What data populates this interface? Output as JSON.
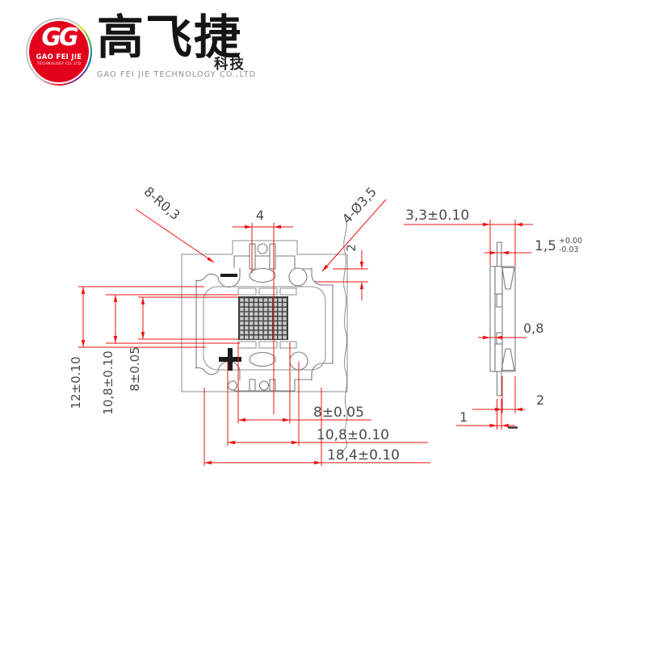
{
  "logo": {
    "emblem_monogram": "GG",
    "emblem_line1": "GAO FEI JIE",
    "emblem_line2": "TECHNOLOGY CO.,LTD",
    "brand_chinese": "高飞捷",
    "brand_suffix": "科技",
    "brand_english": "GAO FEI JIE TECHNOLOGY CO.,LTD",
    "emblem_color": "#e3001b"
  },
  "drawing": {
    "colors": {
      "dimension_red": "#f01010",
      "outline_gray": "#8e8e8e",
      "text_gray": "#4a4a4a"
    },
    "front_view": {
      "pin_spacing": "4",
      "corner_radius": "8-R0,3",
      "mounting_holes": "4-Ø3,5",
      "hole_edge_offset": "2",
      "left_dims": {
        "outer": "12±0.10",
        "middle": "10,8±0.10",
        "inner": "8±0.05"
      },
      "bottom_dims": {
        "inner": "8±0.05",
        "middle": "10,8±0.10",
        "outer": "18,4±0.10"
      },
      "polarity": {
        "negative": "−",
        "positive": "+"
      },
      "led_array": {
        "columns": 10,
        "rows": 9
      }
    },
    "side_view": {
      "overall_width": "3,3±0.10",
      "lead_thickness": "1,5",
      "lead_tolerance_upper": "+0.00",
      "lead_tolerance_lower": "-0.03",
      "plate_thickness": "0,8",
      "body_thickness": "2",
      "pin_thickness": "1"
    }
  }
}
